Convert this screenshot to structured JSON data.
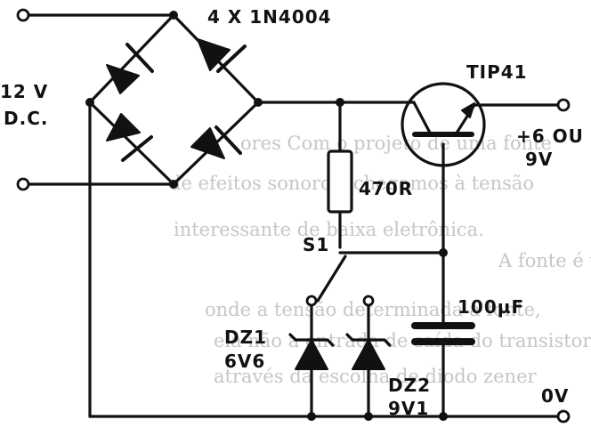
{
  "labels": {
    "bridge": "4 X 1N4004",
    "input_voltage": "12 V",
    "input_type": "D.C.",
    "transistor": "TIP41",
    "output_a": "+6 OU",
    "output_b": "9V",
    "resistor": "470R",
    "switch": "S1",
    "capacitor": "100µF",
    "dz1_name": "DZ1",
    "dz1_value": "6V6",
    "dz2_name": "DZ2",
    "dz2_value": "9V1",
    "ground": "0V"
  },
  "background_text": [
    "ores Com o projeto de uma fonte",
    "de efeitos sonoros, chegamos à tensão",
    "interessante de baixa eletrônica.",
    "A fonte é um oscilador, que alimenta",
    "onde a tensão determinada a fonte,",
    "ela não a entrada de saída do transistor",
    "através da escolha de diodo zener"
  ],
  "colors": {
    "ink": "#111111",
    "background": "#ffffff",
    "show_through": "#c6c6c6"
  }
}
